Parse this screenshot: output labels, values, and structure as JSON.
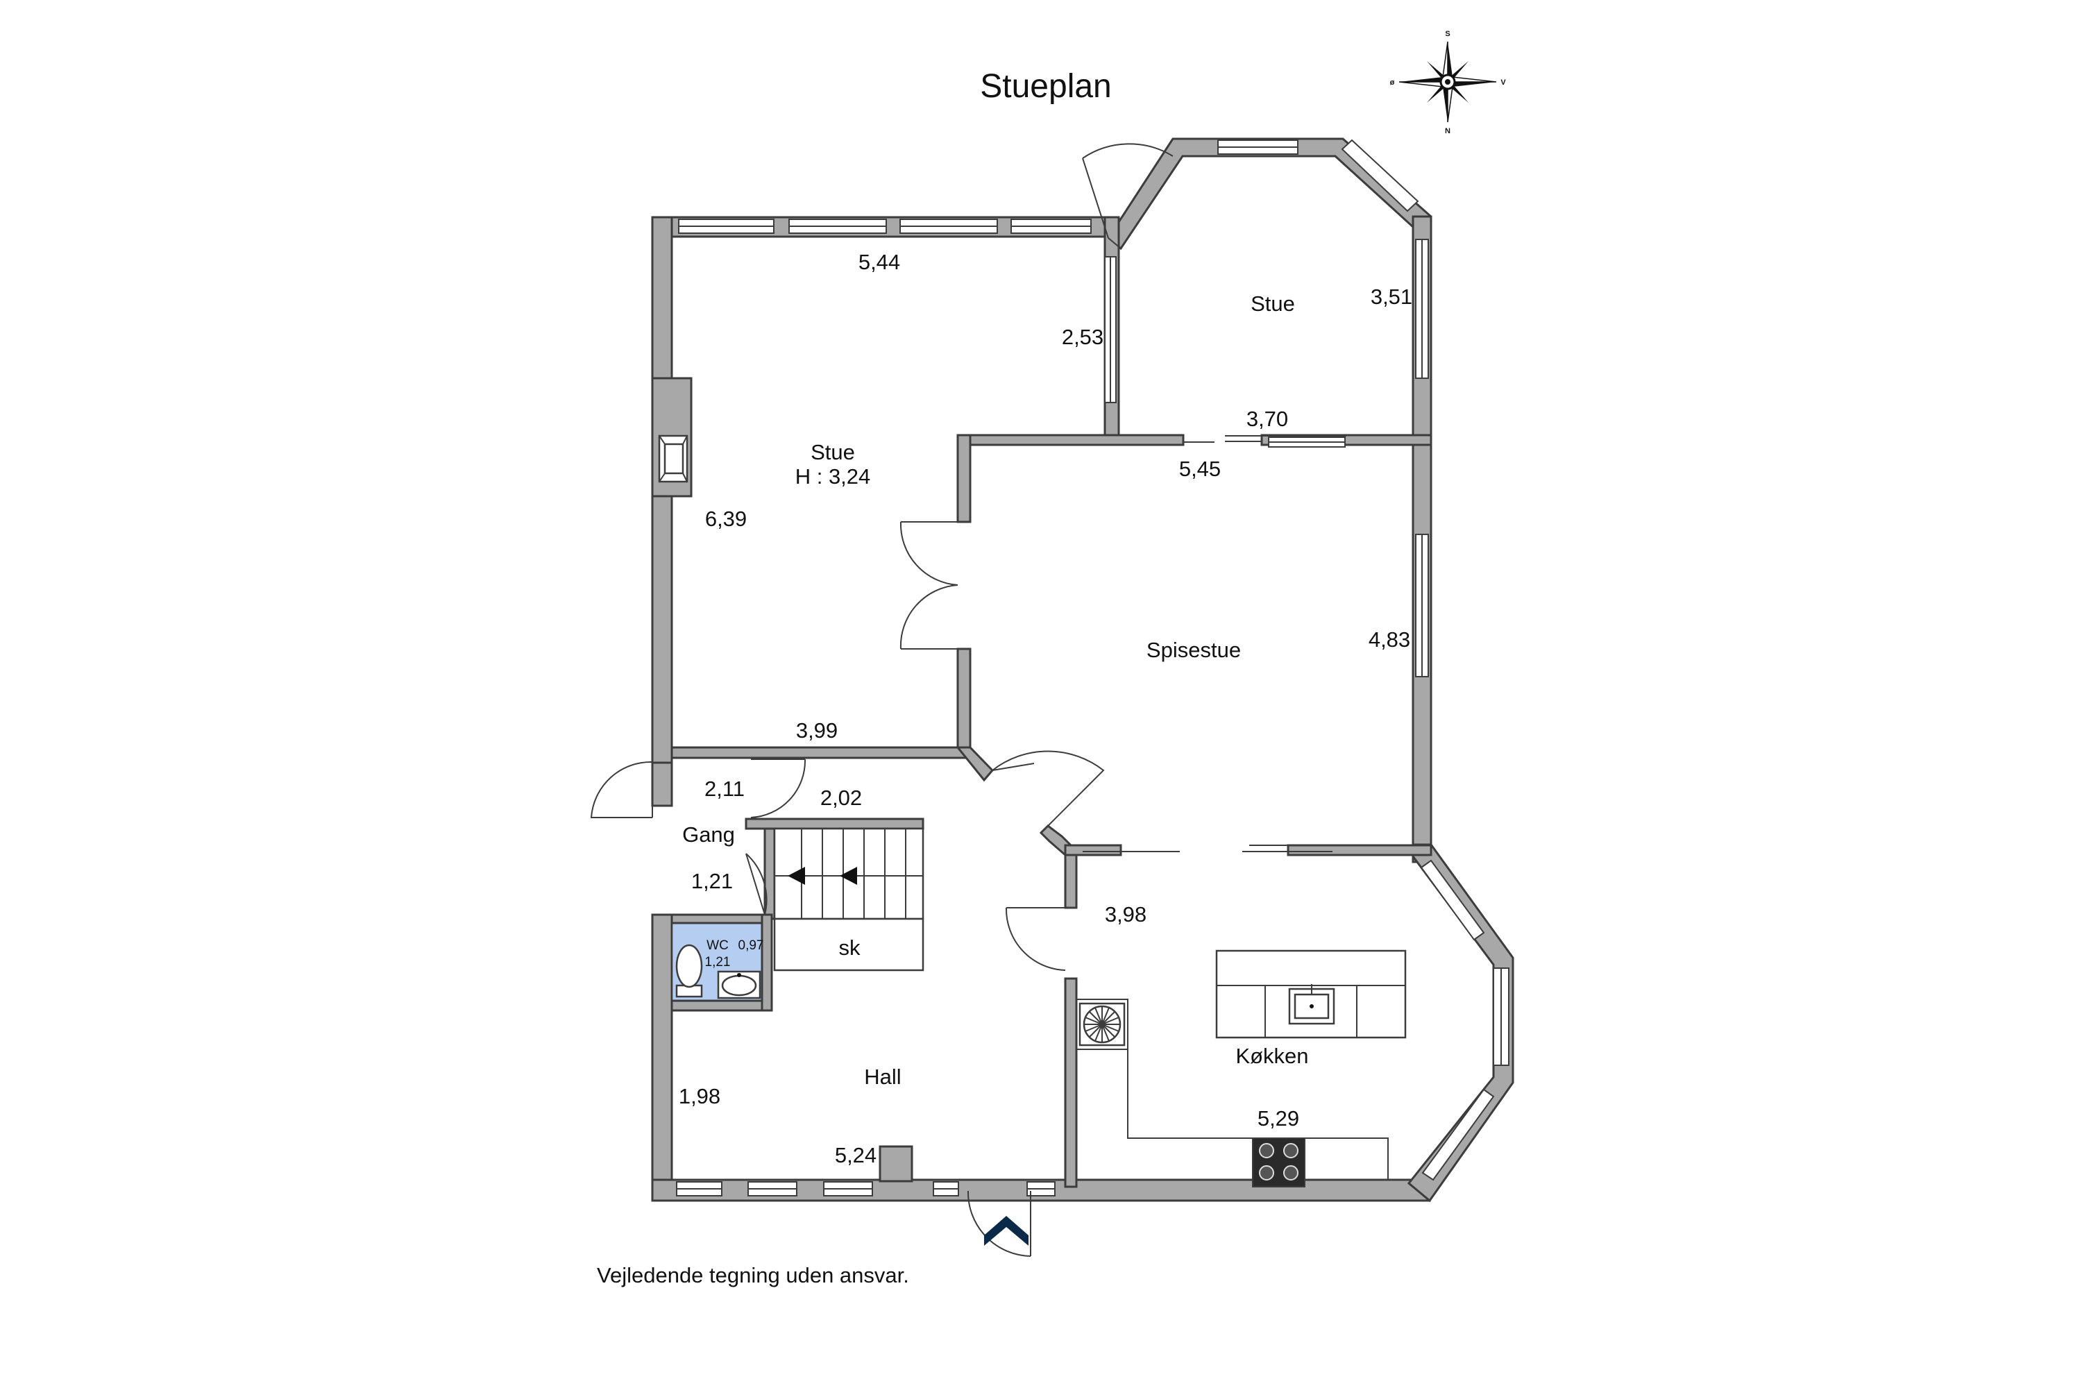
{
  "title": "Stueplan",
  "footer_note": "Vejledende tegning uden ansvar.",
  "compass": {
    "north": "N",
    "south": "S",
    "east": "ø",
    "west": "V"
  },
  "colors": {
    "wall": "#a8a8a8",
    "wall_outline": "#3c3c3c",
    "wc_fill": "#b4cdf0",
    "entrance_arrow": "#0b2a4a"
  },
  "rooms": {
    "stue_main": {
      "name": "Stue",
      "height_label": "H : 3,24"
    },
    "stue_bay": {
      "name": "Stue"
    },
    "spisestue": {
      "name": "Spisestue"
    },
    "gang": {
      "name": "Gang"
    },
    "wc": {
      "name": "WC"
    },
    "sk": {
      "name": "sk"
    },
    "hall": {
      "name": "Hall"
    },
    "kokken": {
      "name": "Køkken"
    }
  },
  "dimensions": {
    "stue_top": "5,44",
    "stue_right": "2,53",
    "stue_left": "6,39",
    "stue_bottom": "3,99",
    "bay_right": "3,51",
    "bay_bottom": "3,70",
    "spisestue_top": "5,45",
    "spisestue_right": "4,83",
    "gang_top": "2,11",
    "gang_right": "2,02",
    "gang_left": "1,21",
    "wc_width": "0,97",
    "wc_depth": "1,21",
    "kokken_top": "3,98",
    "kokken_bottom": "5,29",
    "hall_left": "1,98",
    "hall_bottom": "5,24"
  }
}
